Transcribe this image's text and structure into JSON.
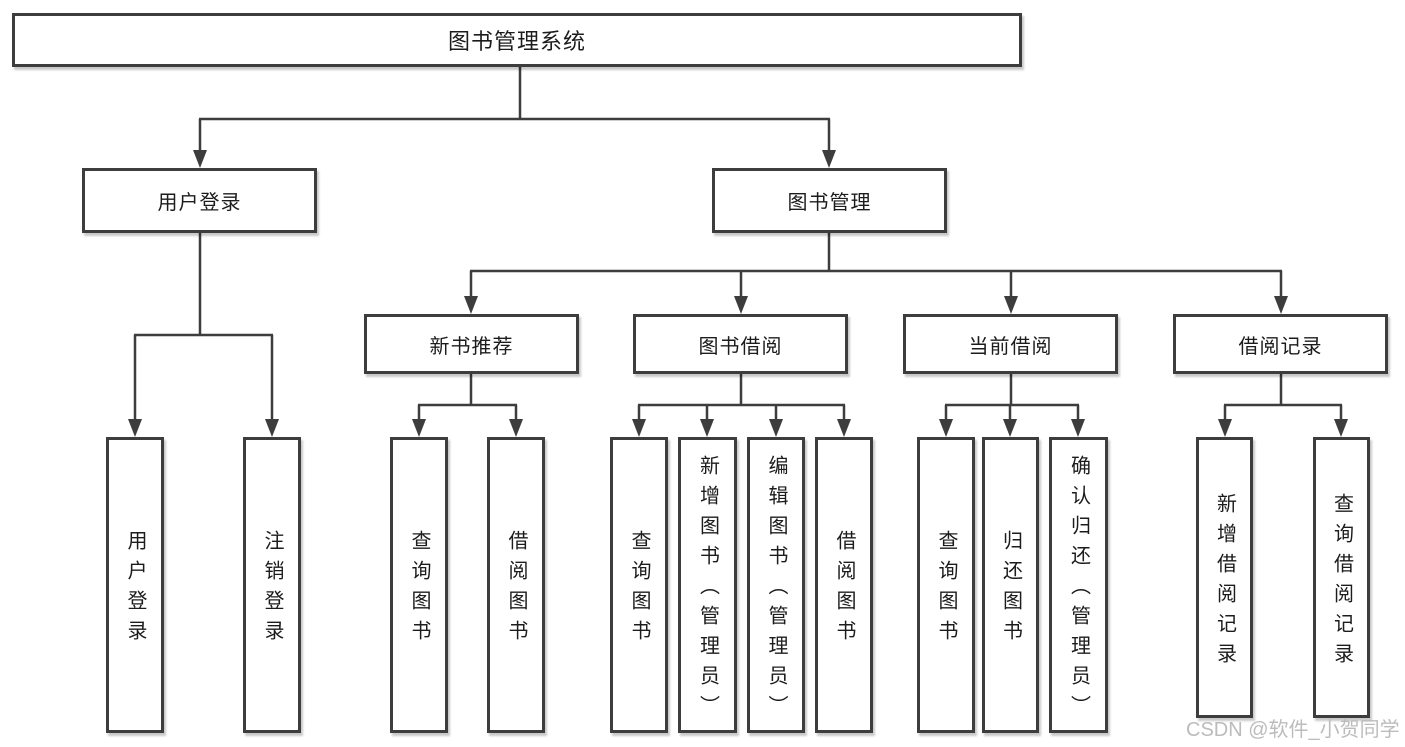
{
  "tree": {
    "root": {
      "label": "图书管理系统",
      "children": [
        {
          "label": "用户登录",
          "children": [
            {
              "label": "用户登录"
            },
            {
              "label": "注销登录"
            }
          ]
        },
        {
          "label": "图书管理",
          "children": [
            {
              "label": "新书推荐",
              "children": [
                {
                  "label": "查询图书"
                },
                {
                  "label": "借阅图书"
                }
              ]
            },
            {
              "label": "图书借阅",
              "children": [
                {
                  "label": "查询图书"
                },
                {
                  "label": "新增图书（管理员）"
                },
                {
                  "label": "编辑图书（管理员）"
                },
                {
                  "label": "借阅图书"
                }
              ]
            },
            {
              "label": "当前借阅",
              "children": [
                {
                  "label": "查询图书"
                },
                {
                  "label": "归还图书"
                },
                {
                  "label": "确认归还（管理员）"
                }
              ]
            },
            {
              "label": "借阅记录",
              "children": [
                {
                  "label": "新增借阅记录"
                },
                {
                  "label": "查询借阅记录"
                }
              ]
            }
          ]
        }
      ]
    }
  },
  "watermark": {
    "text": "CSDN @软件_小贺同学"
  },
  "colors": {
    "line": "#3d3d3d",
    "box_border": "#3d3d3d",
    "text": "#1c1c1c",
    "background": "#ffffff",
    "watermark": "#bcbcbc"
  }
}
